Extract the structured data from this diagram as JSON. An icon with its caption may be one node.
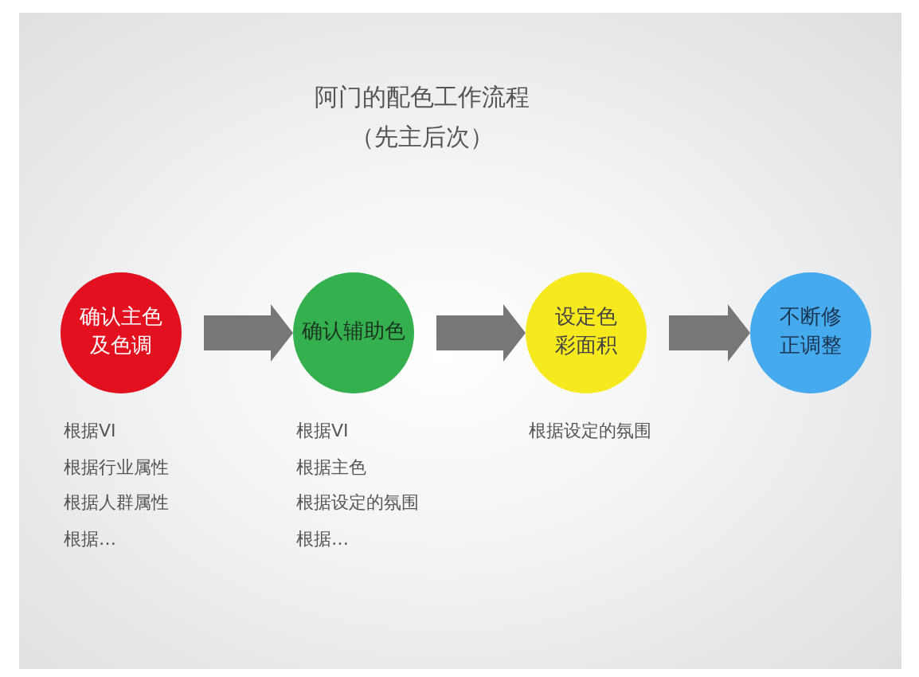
{
  "diagram": {
    "title": "阿门的配色工作流程",
    "caption": "（先主后次）",
    "nodes": [
      {
        "text": [
          "确认主色及色调"
        ],
        "beside": [
          "根据VI",
          "根据行业属性",
          "根据人群属性",
          "根据…"
        ]
      },
      {
        "text": [
          "确认辅助色"
        ],
        "beside": [
          "根据VI",
          "根据主色",
          "根据设定的氛围",
          "根据…"
        ]
      },
      {
        "text": [
          "设定色彩面积"
        ],
        "beside": [
          "根据设定的氛围"
        ]
      },
      {
        "text": [
          "不断修正调整"
        ]
      }
    ],
    "edges": [
      {
        "from": 0,
        "to": 1,
        "arrow": "to"
      },
      {
        "from": 1,
        "to": 2,
        "arrow": "to"
      },
      {
        "from": 2,
        "to": 3,
        "arrow": "to"
      }
    ]
  }
}
